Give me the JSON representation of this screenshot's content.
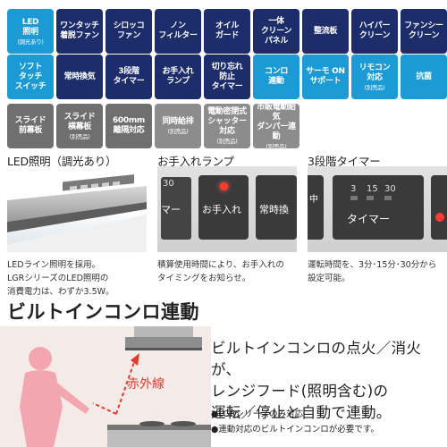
{
  "badges": [
    {
      "label": "LED\n照明",
      "sub": "(調光あり)",
      "color": "cyan"
    },
    {
      "label": "ワンタッチ\n着脱ファン",
      "sub": "",
      "color": "navy"
    },
    {
      "label": "シロッコ\nファン",
      "sub": "",
      "color": "navy"
    },
    {
      "label": "ノン\nフィルター",
      "sub": "",
      "color": "navy"
    },
    {
      "label": "オイル\nガード",
      "sub": "",
      "color": "navy"
    },
    {
      "label": "一体\nクリーン\nパネル",
      "sub": "",
      "color": "navy"
    },
    {
      "label": "整流板",
      "sub": "",
      "color": "navy"
    },
    {
      "label": "ハイパー\nクリーン",
      "sub": "",
      "color": "navy"
    },
    {
      "label": "ファンシー\nクリーン",
      "sub": "",
      "color": "navy"
    },
    {
      "label": "ソフト\nタッチ\nスイッチ",
      "sub": "",
      "color": "cyan"
    },
    {
      "label": "常時換気",
      "sub": "",
      "color": "navy"
    },
    {
      "label": "3段階\nタイマー",
      "sub": "",
      "color": "navy"
    },
    {
      "label": "お手入れ\nランプ",
      "sub": "",
      "color": "navy"
    },
    {
      "label": "切り忘れ\n防止\nタイマー",
      "sub": "",
      "color": "navy"
    },
    {
      "label": "コンロ\n連動",
      "sub": "",
      "color": "cyan"
    },
    {
      "label": "サーモ ON\nサポート",
      "sub": "",
      "color": "cyan"
    },
    {
      "label": "リモコン\n対応",
      "sub": "(別売品)",
      "color": "cyan"
    },
    {
      "label": "抗菌",
      "sub": "",
      "color": "cyan"
    },
    {
      "label": "スライド\n前幕板",
      "sub": "",
      "color": "gray"
    },
    {
      "label": "スライド\n横幕板",
      "sub": "(別売品)",
      "color": "gray"
    },
    {
      "label": "600mm\n離隔対応",
      "sub": "",
      "color": "gray"
    },
    {
      "label": "同時給排",
      "sub": "(別売品)",
      "color": "lgray"
    },
    {
      "label": "電動密閉式\nシャッター対応",
      "sub": "(別売品)",
      "color": "lgray"
    },
    {
      "label": "市販電動給気\nダンパー連動",
      "sub": "(別売品)",
      "color": "lgray"
    }
  ],
  "colors": {
    "navy": "#1d2c6b",
    "cyan": "#1b9ad6",
    "gray": "#6f6f6f",
    "lgray": "#8c8c8c",
    "accent_red": "#e23b2e"
  },
  "sections": [
    {
      "title": "LED照明（調光あり）",
      "desc": "LEDライン照明を採用。\nLGRシリーズのLED照明の\n消費電力は、わずか3.5W。"
    },
    {
      "title": "お手入れランプ",
      "desc": "積算使用時間により、お手入れの\nタイミングをお知らせ。"
    },
    {
      "title": "3段階タイマー",
      "desc": "運転時間を、3分･15分･30分から\n設定可能。"
    }
  ],
  "panel2": {
    "num": "30",
    "label_left": "マー",
    "btn_main": "お手入れ",
    "btn_right": "常時換"
  },
  "panel3": {
    "side_text": "中",
    "nums": [
      "3",
      "15",
      "30"
    ],
    "label": "タイマー"
  },
  "main": {
    "title": "ビルトインコンロ連動",
    "illus_label": "赤外線",
    "slogan": "ビルトインコンロの点火／消火が、\nレンジフード(照明含む)の\n運転／停止と自動で連動。",
    "notes": [
      "●LGRシリーズのみ対応",
      "●連動対応のビルトインコンロが必要です。"
    ]
  }
}
